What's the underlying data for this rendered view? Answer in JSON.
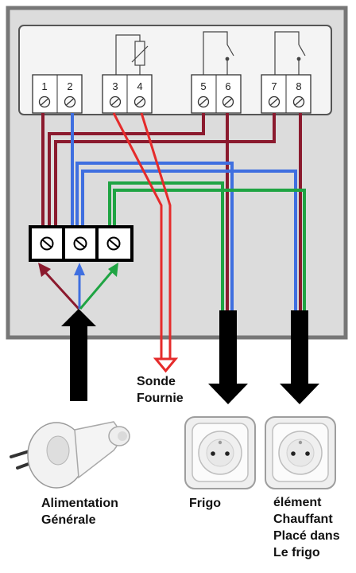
{
  "terminals": [
    "1",
    "2",
    "3",
    "4",
    "5",
    "6",
    "7",
    "8"
  ],
  "labels": {
    "sonde_line1": "Sonde",
    "sonde_line2": "Fournie",
    "alim_line1": "Alimentation",
    "alim_line2": "Générale",
    "frigo": "Frigo",
    "elem_line1": "élément",
    "elem_line2": "Chauffant",
    "elem_line3": "Placé dans",
    "elem_line4": "Le frigo"
  },
  "colors": {
    "phase_wire": "#8b1a2e",
    "neutral_wire": "#3f6fe0",
    "earth_wire": "#1fa443",
    "probe_wire": "#e52b2b",
    "power_arrow": "#000000",
    "enclosure_fill": "#dcdcdc",
    "enclosure_border": "#777777"
  }
}
